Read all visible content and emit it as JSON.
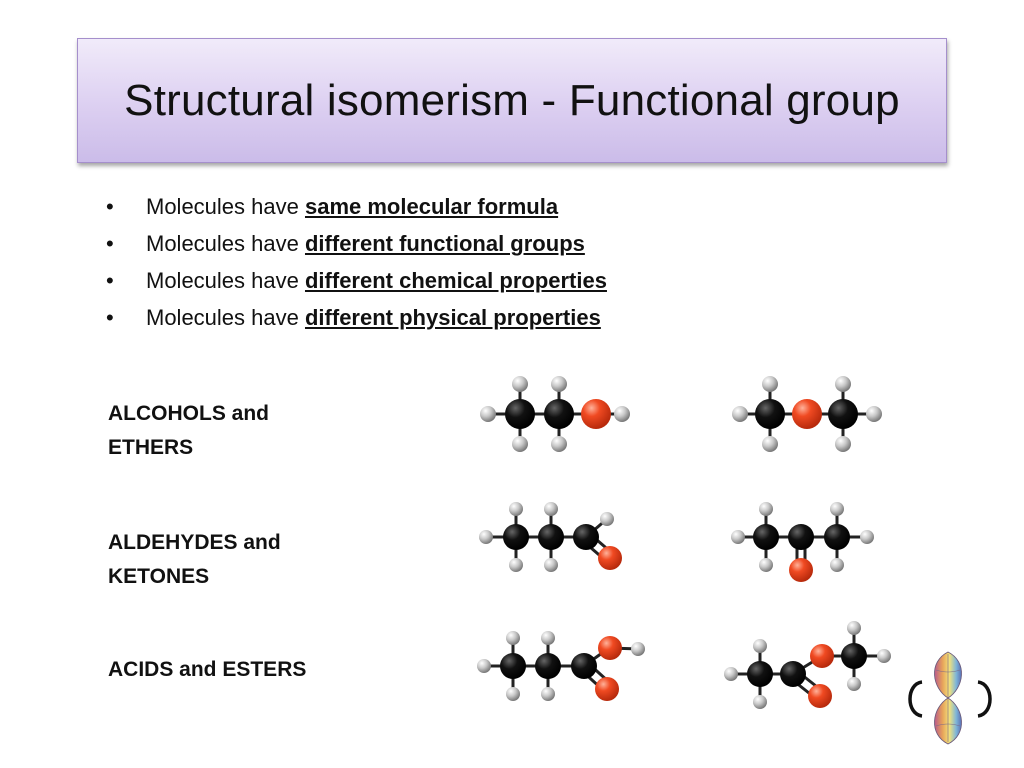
{
  "title": "Structural isomerism - Functional group",
  "bullets": [
    {
      "prefix": "Molecules have ",
      "emphasis": "same molecular formula"
    },
    {
      "prefix": "Molecules have ",
      "emphasis": "different functional groups"
    },
    {
      "prefix": "Molecules have ",
      "emphasis": "different chemical properties"
    },
    {
      "prefix": "Molecules have ",
      "emphasis": "different physical properties"
    }
  ],
  "bullet_glyph": "•",
  "sections": [
    {
      "line1": "ALCOHOLS and",
      "line2": "ETHERS"
    },
    {
      "line1": "ALDEHYDES and",
      "line2": "KETONES"
    },
    {
      "line1": "ACIDS and ESTERS",
      "line2": ""
    }
  ],
  "colors": {
    "carbon": "#111111",
    "oxygen": "#f04a22",
    "hydrogen": "#c8c8c8",
    "title_bg": "#dccff1"
  },
  "icons": [
    "ball-and-stick-molecule",
    "p-orbital-logo"
  ]
}
